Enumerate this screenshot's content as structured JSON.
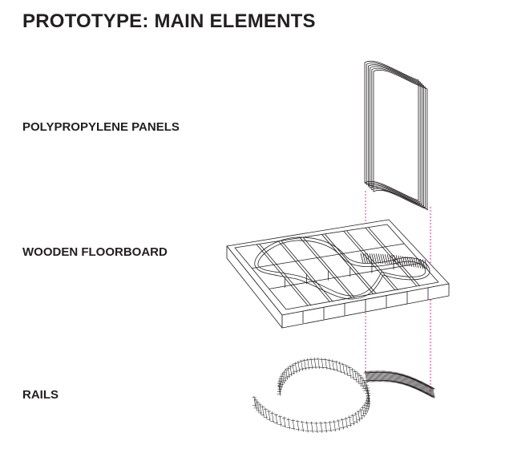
{
  "title": "PROTOTYPE: MAIN ELEMENTS",
  "labels": {
    "panels": "POLYPROPYLENE PANELS",
    "floorboard": "WOODEN FLOORBOARD",
    "rails": "RAILS"
  },
  "colors": {
    "ink": "#231f20",
    "guide": "#e6007e"
  }
}
